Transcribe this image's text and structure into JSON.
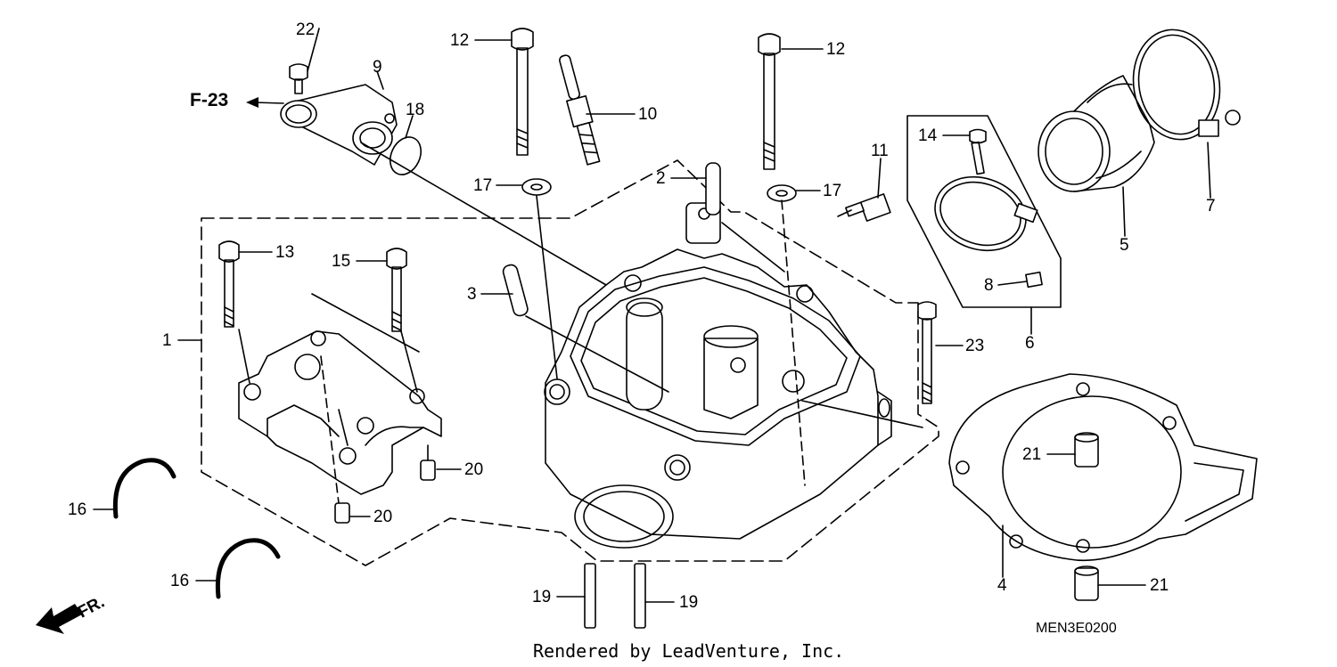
{
  "callouts": [
    {
      "id": "22",
      "text": "22"
    },
    {
      "id": "9",
      "text": "9"
    },
    {
      "id": "18",
      "text": "18"
    },
    {
      "id": "12a",
      "text": "12"
    },
    {
      "id": "10",
      "text": "10"
    },
    {
      "id": "17a",
      "text": "17"
    },
    {
      "id": "2",
      "text": "2"
    },
    {
      "id": "12b",
      "text": "12"
    },
    {
      "id": "17b",
      "text": "17"
    },
    {
      "id": "11",
      "text": "11"
    },
    {
      "id": "14",
      "text": "14"
    },
    {
      "id": "7",
      "text": "7"
    },
    {
      "id": "5",
      "text": "5"
    },
    {
      "id": "8",
      "text": "8"
    },
    {
      "id": "6",
      "text": "6"
    },
    {
      "id": "13",
      "text": "13"
    },
    {
      "id": "15",
      "text": "15"
    },
    {
      "id": "3",
      "text": "3"
    },
    {
      "id": "1",
      "text": "1"
    },
    {
      "id": "23",
      "text": "23"
    },
    {
      "id": "20a",
      "text": "20"
    },
    {
      "id": "20b",
      "text": "20"
    },
    {
      "id": "16a",
      "text": "16"
    },
    {
      "id": "16b",
      "text": "16"
    },
    {
      "id": "21a",
      "text": "21"
    },
    {
      "id": "21b",
      "text": "21"
    },
    {
      "id": "4",
      "text": "4"
    },
    {
      "id": "19a",
      "text": "19"
    },
    {
      "id": "19b",
      "text": "19"
    }
  ],
  "reference_label": "F-23",
  "front_label": "FR.",
  "diagram_code": "MEN3E0200",
  "watermark": "Rendered by LeadVenture, Inc.",
  "colors": {
    "ink": "#000000",
    "background": "#ffffff"
  },
  "icons": [
    "front-direction-arrow-icon",
    "reference-arrow-icon"
  ]
}
